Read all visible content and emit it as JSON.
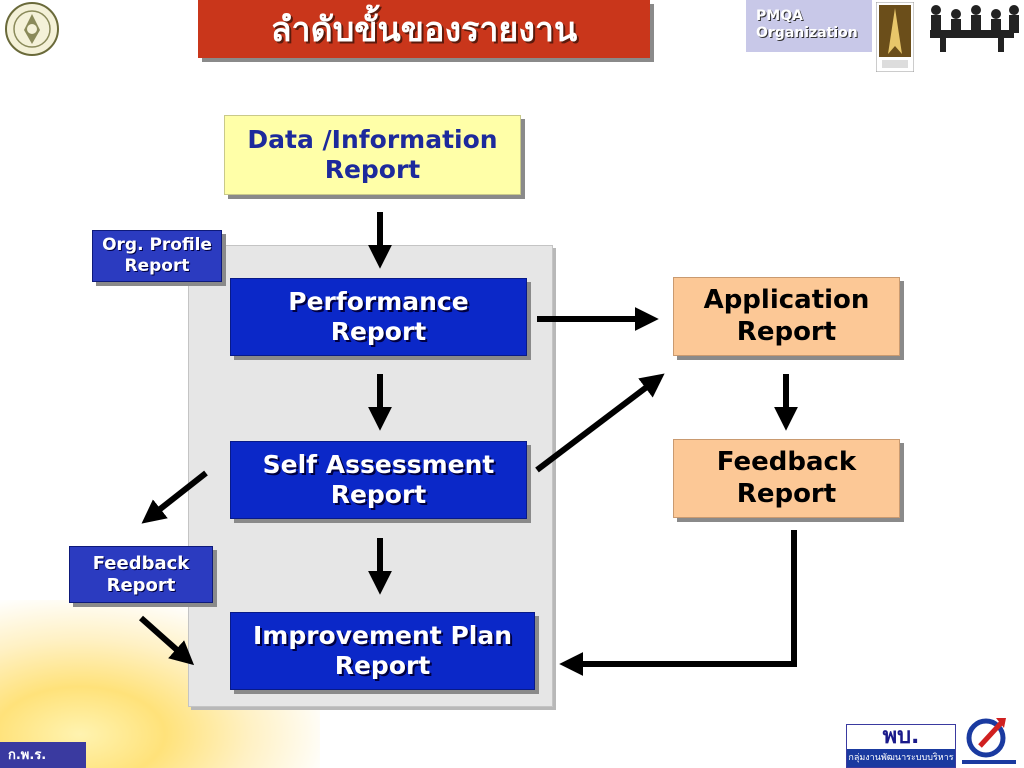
{
  "header": {
    "title": "ลำดับขั้นของรายงาน",
    "pmqa_line1": "PMQA",
    "pmqa_line2": "Organization"
  },
  "diagram": {
    "data_info_report": {
      "line1": "Data /Information",
      "line2": "Report"
    },
    "org_profile_report": {
      "line1": "Org. Profile",
      "line2": "Report"
    },
    "performance_report": {
      "line1": "Performance",
      "line2": "Report"
    },
    "self_assessment_report": {
      "line1": "Self Assessment",
      "line2": "Report"
    },
    "improvement_plan_report": {
      "line1": "Improvement Plan",
      "line2": "Report"
    },
    "feedback_report_left": {
      "line1": "Feedback",
      "line2": "Report"
    },
    "application_report": {
      "line1": "Application",
      "line2": "Report"
    },
    "feedback_report_right": {
      "line1": "Feedback",
      "line2": "Report"
    }
  },
  "footer": {
    "left_logo_text": "ก.พ.ร.",
    "right_logo_big": "พบ.",
    "right_logo_small": "กลุ่มงานพัฒนาระบบบริหาร"
  },
  "colors": {
    "title_bg": "#c9361b",
    "blue_box": "#0b28c8",
    "yellow_box": "#ffffa8",
    "peach_box": "#fcc896",
    "panel": "#e6e6e6"
  }
}
